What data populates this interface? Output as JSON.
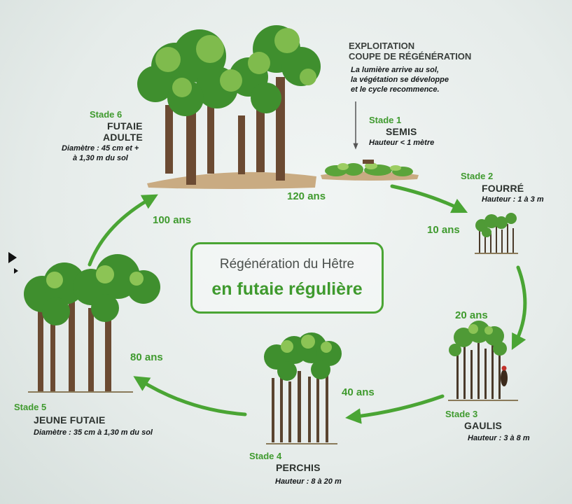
{
  "title": {
    "line1": "Régénération du Hêtre",
    "line2": "en futaie régulière"
  },
  "exploitation": {
    "heading1": "EXPLOITATION",
    "heading2": "COUPE DE RÉGÉNÉRATION",
    "line1": "La lumière arrive au sol,",
    "line2": "la végétation se développe",
    "line3": "et le cycle recommence."
  },
  "stages": [
    {
      "label": "Stade 1",
      "name": "SEMIS",
      "detail": "Hauteur < 1 mètre"
    },
    {
      "label": "Stade 2",
      "name": "FOURRÉ",
      "detail": "Hauteur : 1 à 3 m"
    },
    {
      "label": "Stade 3",
      "name": "GAULIS",
      "detail": "Hauteur : 3 à 8 m"
    },
    {
      "label": "Stade 4",
      "name": "PERCHIS",
      "detail": "Hauteur : 8 à 20 m"
    },
    {
      "label": "Stade 5",
      "name": "JEUNE FUTAIE",
      "detail": "Diamètre : 35 cm à 1,30 m du sol"
    },
    {
      "label": "Stade 6",
      "name1": "FUTAIE",
      "name2": "ADULTE",
      "detail1": "Diamètre : 45 cm et +",
      "detail2": "à 1,30 m du sol"
    }
  ],
  "ages": {
    "a120": "120 ans",
    "a10": "10 ans",
    "a20": "20 ans",
    "a40": "40 ans",
    "a80": "80 ans",
    "a100": "100 ans"
  },
  "colors": {
    "accent_green": "#3f9a2e",
    "arrow_green": "#4aa534",
    "leaf_dark": "#3f8f2e",
    "leaf_light": "#8cc455",
    "trunk": "#6b4a32",
    "ground": "#c9ab82"
  }
}
